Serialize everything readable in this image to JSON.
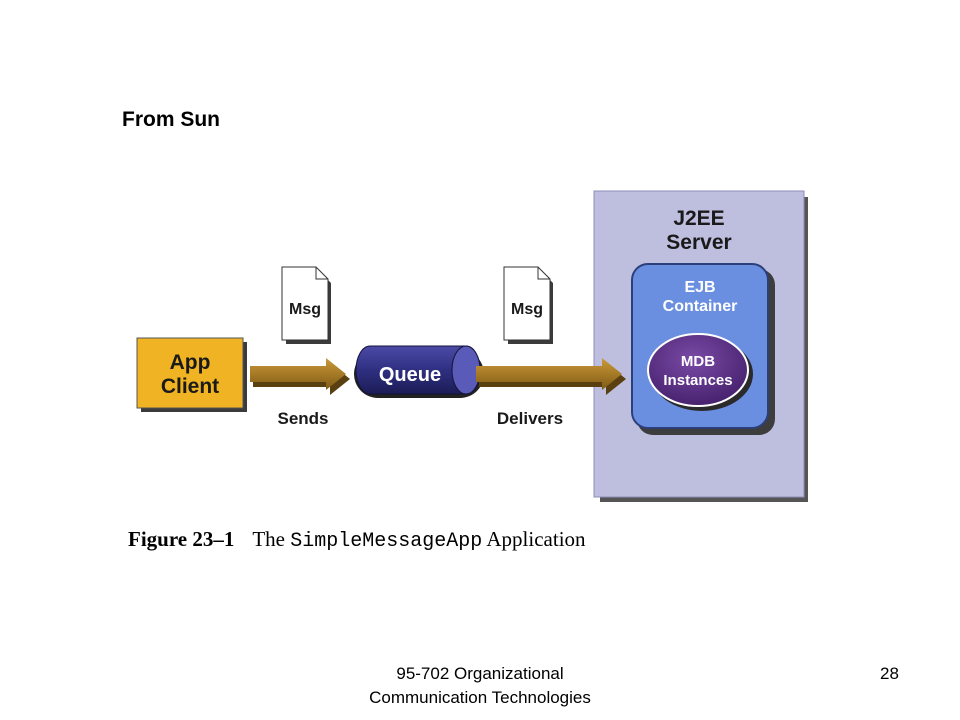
{
  "heading": "From Sun",
  "diagram": {
    "app_client": [
      "App",
      "Client"
    ],
    "msg_sent": "Msg",
    "msg_delivered": "Msg",
    "queue": "Queue",
    "sends": "Sends",
    "delivers": "Delivers",
    "server": [
      "J2EE",
      "Server"
    ],
    "container": [
      "EJB",
      "Container"
    ],
    "instances": [
      "MDB",
      "Instances"
    ]
  },
  "caption": {
    "number": "Figure 23–1",
    "prefix": "The",
    "code": "SimpleMessageApp",
    "suffix": "Application"
  },
  "footer": {
    "line1": "95-702 Organizational",
    "line2": "Communication Technologies"
  },
  "page_number": "28",
  "colors": {
    "app_client_fill": "#f0b323",
    "arrow": "#a67a26",
    "queue": "#2e2e7e",
    "server_panel": "#bebedf",
    "container": "#6b8fe0",
    "mdb": "#5a2e85"
  }
}
